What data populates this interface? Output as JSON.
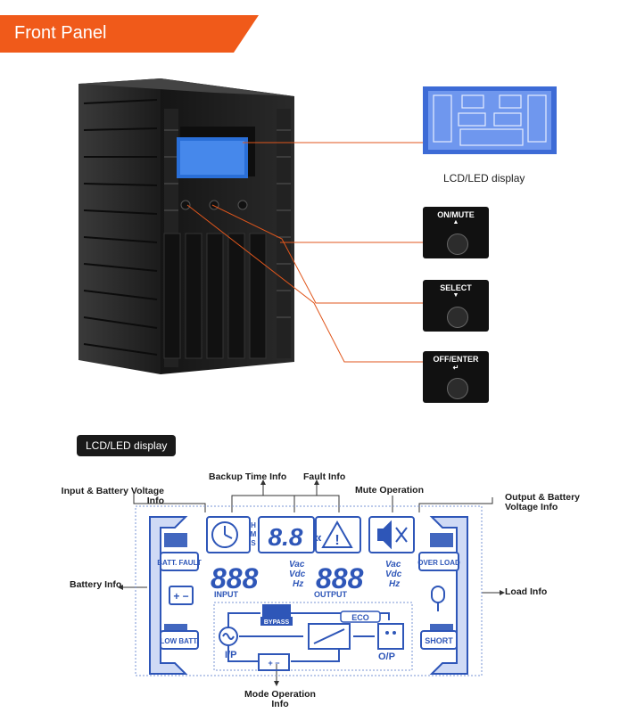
{
  "header": {
    "title": "Front Panel",
    "accent_color": "#f05a1a"
  },
  "top_section": {
    "lcd_caption": "LCD/LED display",
    "buttons": [
      {
        "label": "ON/MUTE",
        "symbol": "▲"
      },
      {
        "label": "SELECT",
        "symbol": "▼"
      },
      {
        "label": "OFF/ENTER",
        "symbol": "↵"
      }
    ]
  },
  "lcd_section": {
    "title": "LCD/LED display",
    "annotations": {
      "backup_time": "Backup Time Info",
      "fault": "Fault Info",
      "mute": "Mute Operation",
      "input_battery": "Input & Battery Voltage Info",
      "output_battery": "Output & Battery Voltage Info",
      "battery": "Battery Info",
      "load": "Load Info",
      "mode": "Mode Operation Info"
    },
    "lcd": {
      "time_units": [
        "H",
        "M",
        "S"
      ],
      "digits_small": "8.8",
      "digits_input": "888",
      "digits_output": "888",
      "units": [
        "Vac",
        "Vdc",
        "Hz"
      ],
      "input_label": "INPUT",
      "output_label": "OUTPUT",
      "batt_fault": "BATT. FAULT",
      "low_batt": "LOW BATT.",
      "over_load": "OVER LOAD",
      "short": "SHORT",
      "bypass": "BYPASS",
      "eco": "ECO",
      "ip": "I/P",
      "op": "O/P",
      "lcd_color": "#2e56b8"
    }
  }
}
